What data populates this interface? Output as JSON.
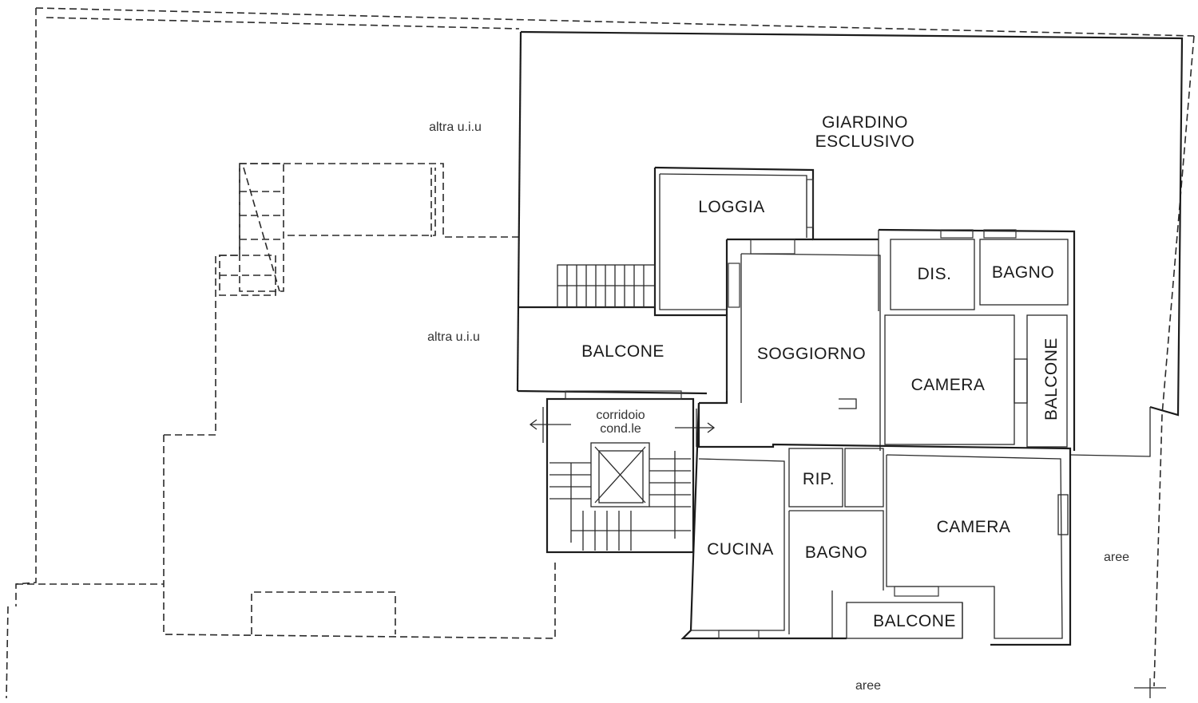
{
  "labels": {
    "giardino_line1": "GIARDINO",
    "giardino_line2": "ESCLUSIVO",
    "altra_top": "altra u.i.u",
    "altra_mid": "altra u.i.u",
    "loggia": "LOGGIA",
    "dis": "DIS.",
    "bagno_top": "BAGNO",
    "balcone_left": "BALCONE",
    "soggiorno": "SOGGIORNO",
    "camera_top": "CAMERA",
    "balcone_vertical": "BALCONE",
    "corridoio_line1": "corridoio",
    "corridoio_line2": "cond.le",
    "rip": "RIP.",
    "camera_bottom": "CAMERA",
    "cucina": "CUCINA",
    "bagno_bottom": "BAGNO",
    "balcone_bottom": "BALCONE",
    "aree_right": "aree",
    "aree_bottom": "aree"
  }
}
